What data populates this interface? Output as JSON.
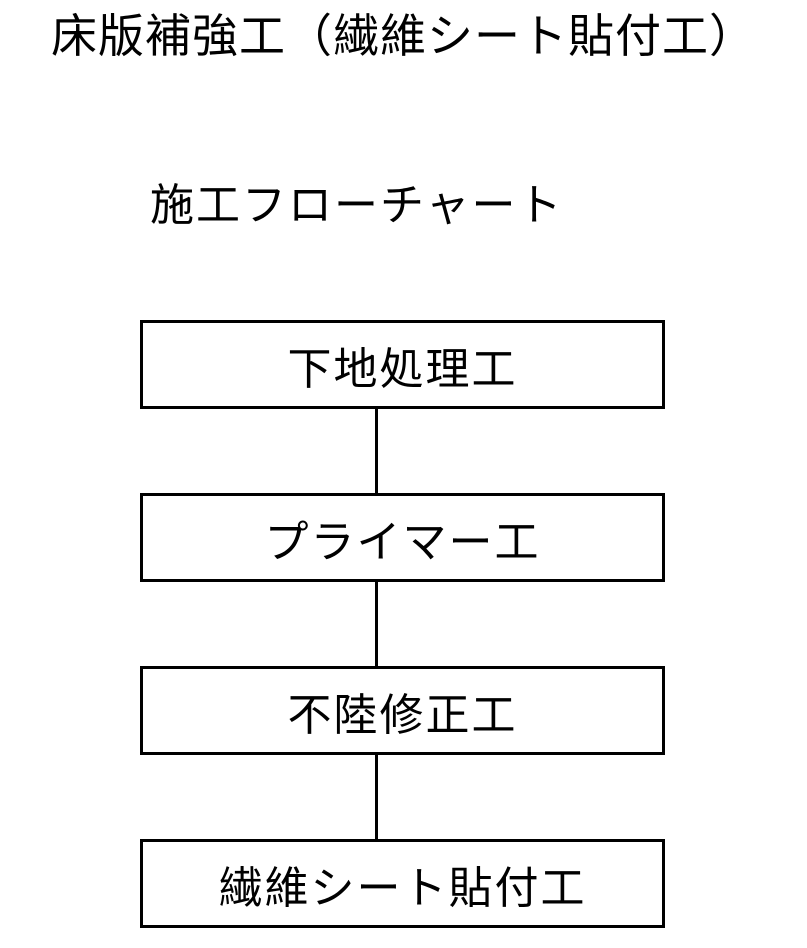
{
  "title": "床版補強工（繊維シート貼付工）",
  "subtitle": "施工フローチャート",
  "steps": [
    "下地処理工",
    "プライマー工",
    "不陸修正工",
    "繊維シート貼付工"
  ]
}
